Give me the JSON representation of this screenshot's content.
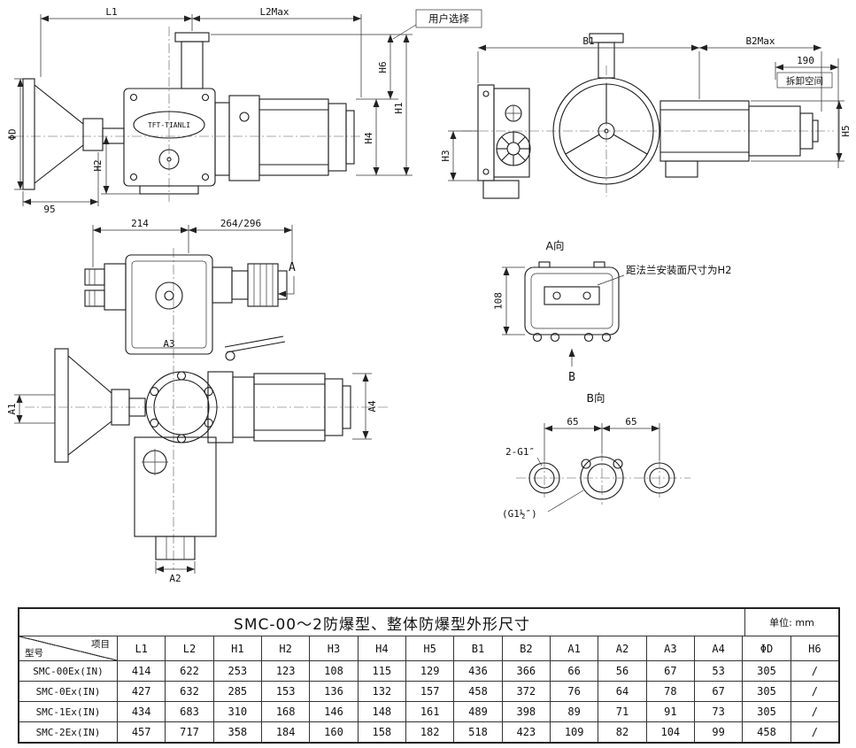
{
  "drawings": {
    "front": {
      "L1": "L1",
      "L2max": "L2Max",
      "user_choice": "用户选择",
      "H6": "H6",
      "H1": "H1",
      "H4": "H4",
      "H2": "H2",
      "phiD": "ΦD",
      "d95": "95",
      "brand": "TFT-TIANLI"
    },
    "side": {
      "B1": "B1",
      "B2max": "B2Max",
      "d190": "190",
      "removal_space": "拆卸空间",
      "H3": "H3",
      "H5": "H5"
    },
    "plan": {
      "d214": "214",
      "d264_296": "264/296",
      "A": "A",
      "A1": "A1",
      "A2": "A2",
      "A3": "A3",
      "A4": "A4"
    },
    "view_a": {
      "title": "A向",
      "note": "距法兰安装面尺寸为H2",
      "d108": "108",
      "B": "B"
    },
    "view_b": {
      "title": "B向",
      "d65_left": "65",
      "d65_right": "65",
      "ports_label": "2-G1″",
      "center_port_label": "(G1½″)"
    }
  },
  "table": {
    "title": "SMC-00～2防爆型、整体防爆型外形尺寸",
    "unit_label": "单位: mm",
    "corner_item": "项目",
    "corner_model": "型号",
    "columns": [
      "L1",
      "L2",
      "H1",
      "H2",
      "H3",
      "H4",
      "H5",
      "B1",
      "B2",
      "A1",
      "A2",
      "A3",
      "A4",
      "ΦD",
      "H6"
    ],
    "rows": [
      {
        "model": "SMC-00Ex(IN)",
        "values": [
          "414",
          "622",
          "253",
          "123",
          "108",
          "115",
          "129",
          "436",
          "366",
          "66",
          "56",
          "67",
          "53",
          "305",
          "/"
        ]
      },
      {
        "model": "SMC-0Ex(IN)",
        "values": [
          "427",
          "632",
          "285",
          "153",
          "136",
          "132",
          "157",
          "458",
          "372",
          "76",
          "64",
          "78",
          "67",
          "305",
          "/"
        ]
      },
      {
        "model": "SMC-1Ex(IN)",
        "values": [
          "434",
          "683",
          "310",
          "168",
          "146",
          "148",
          "161",
          "489",
          "398",
          "89",
          "71",
          "91",
          "73",
          "305",
          "/"
        ]
      },
      {
        "model": "SMC-2Ex(IN)",
        "values": [
          "457",
          "717",
          "358",
          "184",
          "160",
          "158",
          "182",
          "518",
          "423",
          "109",
          "82",
          "104",
          "99",
          "458",
          "/"
        ]
      }
    ]
  }
}
